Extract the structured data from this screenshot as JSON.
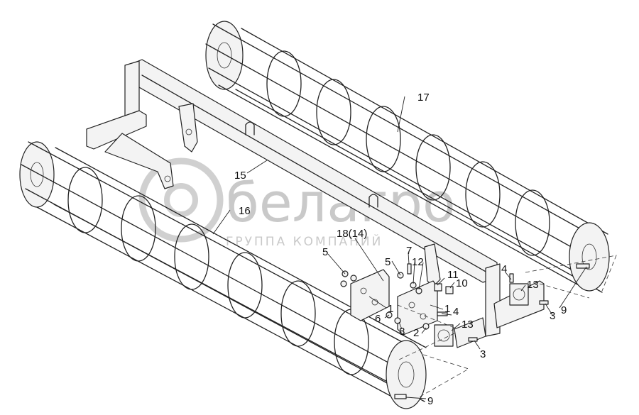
{
  "watermark": {
    "brand": "белагро",
    "subtitle": "ГРУППА КОМПАНИЙ"
  },
  "callouts": {
    "c1a": "1",
    "c1b": "1",
    "c2": "2",
    "c3a": "3",
    "c3b": "3",
    "c4a": "4",
    "c4b": "4",
    "c5a": "5",
    "c5b": "5",
    "c6": "6",
    "c7": "7",
    "c8": "8",
    "c9a": "9",
    "c9b": "9",
    "c10": "10",
    "c11": "11",
    "c12": "12",
    "c13a": "13",
    "c13b": "13",
    "c15": "15",
    "c16": "16",
    "c17": "17",
    "c18": "18(14)"
  },
  "colors": {
    "line": "#222222",
    "watermark": "#c9c9c9"
  }
}
